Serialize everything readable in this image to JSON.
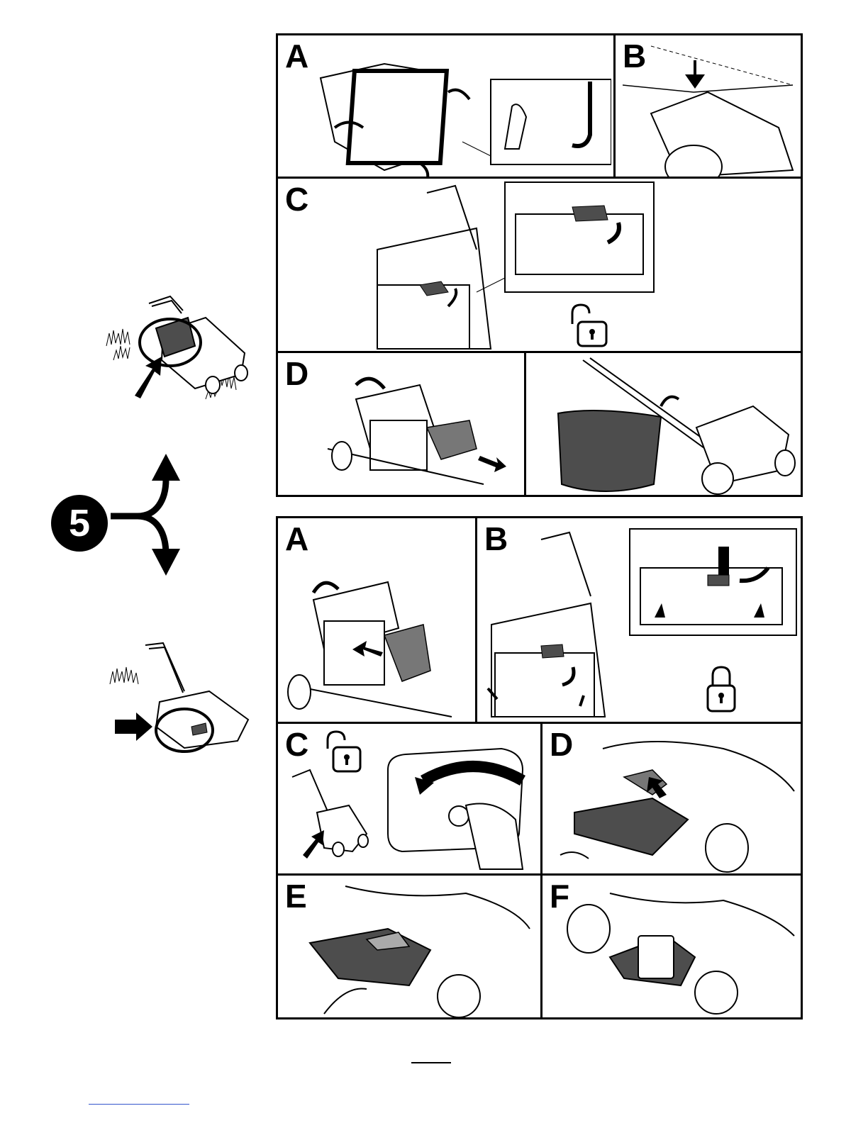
{
  "step_number": "5",
  "top_set": {
    "labels": {
      "A": "A",
      "B": "B",
      "C": "C",
      "D": "D"
    }
  },
  "bottom_set": {
    "labels": {
      "A": "A",
      "B": "B",
      "C": "C",
      "D": "D",
      "E": "E",
      "F": "F"
    }
  },
  "colors": {
    "ink": "#000000",
    "fill_dark": "#4d4d4d",
    "fill_mid": "#777777",
    "paper": "#ffffff"
  }
}
